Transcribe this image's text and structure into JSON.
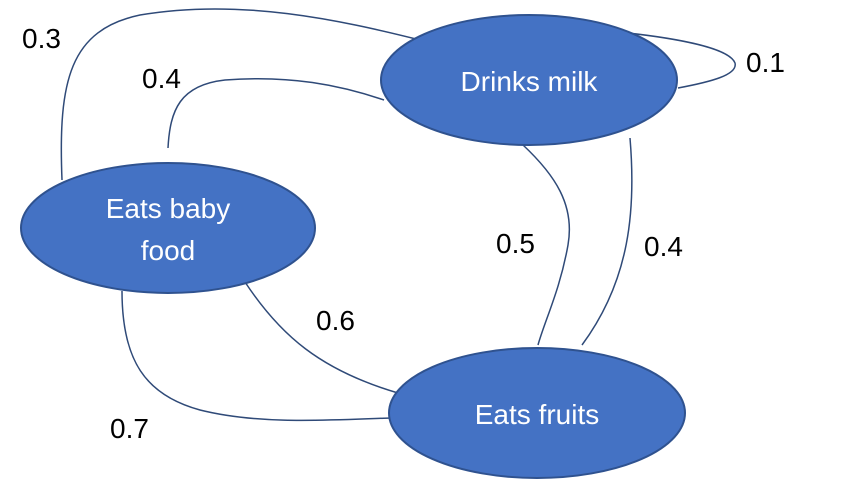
{
  "colors": {
    "node_fill": "#4472c4",
    "node_border": "#2f528f",
    "edge": "#2f4a78",
    "label_text": "#000000",
    "node_text": "#ffffff"
  },
  "nodes": {
    "drinks_milk": {
      "line1": "Drinks milk"
    },
    "baby_food": {
      "line1": "Eats baby",
      "line2": "food"
    },
    "eats_fruits": {
      "line1": "Eats fruits"
    }
  },
  "edges": {
    "milk_self": "0.1",
    "baby_to_milk_outer": "0.3",
    "baby_to_milk_inner": "0.4",
    "milk_to_fruits_left": "0.5",
    "milk_to_fruits_right": "0.4",
    "baby_to_fruits_upper": "0.6",
    "baby_to_fruits_lower": "0.7"
  }
}
